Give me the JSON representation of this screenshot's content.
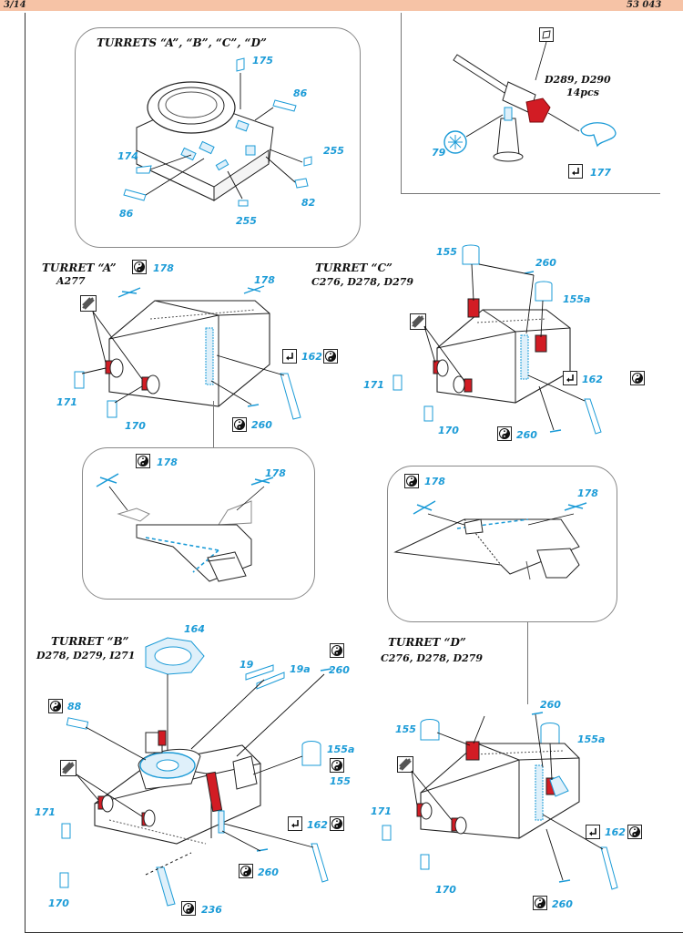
{
  "header": {
    "page": "3/14",
    "code": "53 043"
  },
  "colors": {
    "accent": "#1b9bd7",
    "etch": "#dff0fa",
    "red": "#d21c24",
    "banner": "#f6c3a6"
  },
  "icons": {
    "yin_yang": "yin-yang-icon",
    "bend": "bend-arrow-icon",
    "etch_sheet": "etch-sheet-icon",
    "decal_sheet": "decal-sheet-icon"
  },
  "sections": {
    "all_turrets": {
      "title": "TURRETS “A”, “B”, “C”, “D”",
      "parts": [
        "175",
        "86",
        "174",
        "255",
        "82",
        "86",
        "255"
      ]
    },
    "gun": {
      "title": "D289, D290",
      "qty": "14pcs",
      "parts": [
        "79",
        "177"
      ]
    },
    "turret_a": {
      "title": "TURRET “A”",
      "sub": "A277",
      "parts": [
        "178",
        "178",
        "162",
        "171",
        "170",
        "260"
      ],
      "detail": [
        "178",
        "178"
      ]
    },
    "turret_c": {
      "title": "TURRET “C”",
      "sub": "C276, D278, D279",
      "parts": [
        "155",
        "260",
        "155a",
        "162",
        "171",
        "170",
        "260"
      ],
      "detail": [
        "178",
        "178"
      ]
    },
    "turret_b": {
      "title": "TURRET “B”",
      "sub": "D278, D279, I271",
      "parts": [
        "164",
        "19",
        "19a",
        "260",
        "88",
        "155a",
        "155",
        "171",
        "162",
        "170",
        "260",
        "236"
      ]
    },
    "turret_d": {
      "title": "TURRET “D”",
      "sub": "C276, D278, D279",
      "parts": [
        "260",
        "155",
        "155a",
        "171",
        "162",
        "170",
        "260"
      ]
    }
  }
}
